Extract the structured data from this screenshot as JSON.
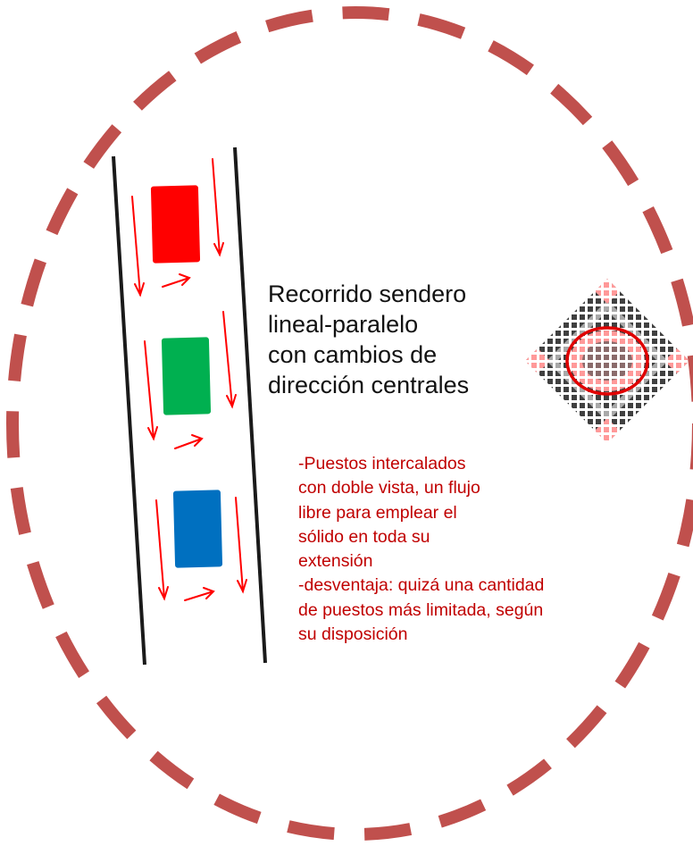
{
  "diagram": {
    "title_lines": [
      "Recorrido sendero",
      "lineal-paralelo",
      "con cambios de",
      "dirección centrales"
    ],
    "notes_lines": [
      "-Puestos intercalados",
      "con doble vista, un flujo",
      "libre para emplear el",
      "sólido en toda su",
      "extensión",
      "-desventaja: quizá una cantidad",
      "de puestos más limitada, según",
      "su disposición"
    ],
    "stalls": [
      {
        "name": "stall-red",
        "color": "#ff0000"
      },
      {
        "name": "stall-green",
        "color": "#00b050"
      },
      {
        "name": "stall-blue",
        "color": "#0070c0"
      }
    ],
    "colors": {
      "dashed_circle": "#c0504d",
      "arrows": "#ff0000",
      "path_walls": "#1a1a1a",
      "notes_text": "#c00000",
      "emblem_dark": "#404040",
      "emblem_light": "#ff9999",
      "emblem_ring": "#e00000"
    },
    "emblem_icon": "geometric-fret-emblem-icon"
  }
}
